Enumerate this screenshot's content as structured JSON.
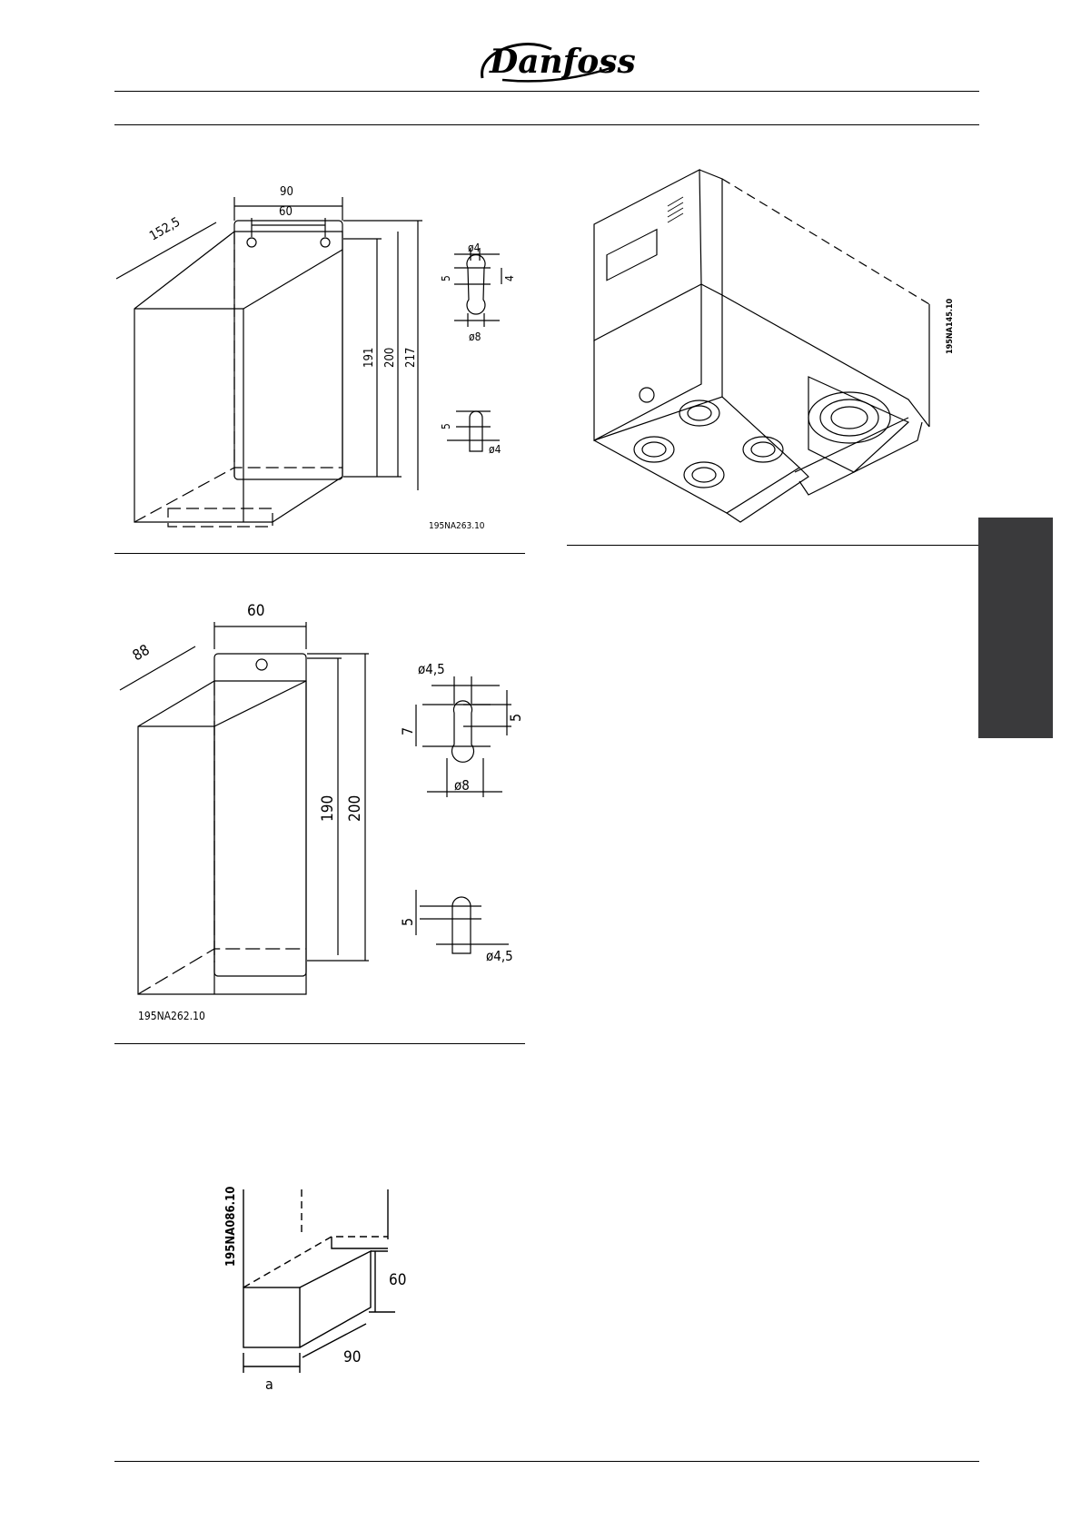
{
  "header": {
    "brand": "Danfoss"
  },
  "figure1": {
    "code": "195NA263.10",
    "dims": {
      "depth": "152,5",
      "width_outer": "90",
      "width_inner": "60",
      "h1": "191",
      "h2": "200",
      "h3": "217",
      "hole_top_dia": "ø4",
      "hole_top_h": "5",
      "hole_top_r": "4",
      "hole_big_dia": "ø8",
      "slot_h": "5",
      "slot_dia": "ø4"
    }
  },
  "figure2": {
    "code": "195NA262.10",
    "dims": {
      "depth": "88",
      "width": "60",
      "h1": "190",
      "h2": "200",
      "hole_top_dia": "ø4,5",
      "hole_h": "7",
      "hole_r": "5",
      "hole_big_dia": "ø8",
      "slot_h": "5",
      "slot_dia": "ø4,5"
    }
  },
  "figure3": {
    "code": "195NA145.10"
  },
  "figure4": {
    "code": "195NA086.10",
    "dims": {
      "height": "60",
      "depth": "90",
      "width": "a"
    }
  }
}
